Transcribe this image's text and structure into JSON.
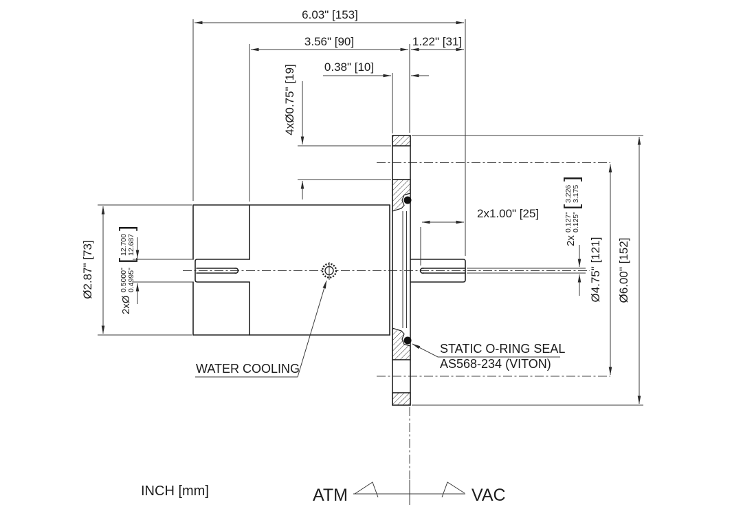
{
  "drawing": {
    "dims": {
      "overall_length": "6.03\" [153]",
      "body_to_face": "3.56\" [90]",
      "shaft_extension": "1.22\" [31]",
      "flange_thickness": "0.38\" [10]",
      "bolt_holes": "4xØ0.75\" [19]",
      "slot_length": "2x1.00\" [25]",
      "body_diameter": "Ø2.87\" [73]",
      "bolt_circle": "Ø4.75\" [121]",
      "flange_diameter": "Ø6.00\" [152]",
      "shaft_diameter": {
        "prefix": "2xØ",
        "in_upper": "0.5000\"",
        "in_lower": "0.4995\"",
        "open": "[",
        "mm_upper": "12.700",
        "mm_lower": "12.687",
        "close": "]"
      },
      "slot_width": {
        "prefix": "2x",
        "in_upper": "0.127\"",
        "in_lower": "0.125\"",
        "open": "[",
        "mm_upper": "3.226",
        "mm_lower": "3.175",
        "close": "]"
      }
    },
    "labels": {
      "water_cooling": "WATER COOLING",
      "oring_line1": "STATIC O-RING SEAL",
      "oring_line2": "AS568-234 (VITON)",
      "units": "INCH [mm]",
      "atm": "ATM",
      "vac": "VAC"
    },
    "colors": {
      "line": "#222222",
      "background": "#ffffff"
    }
  }
}
